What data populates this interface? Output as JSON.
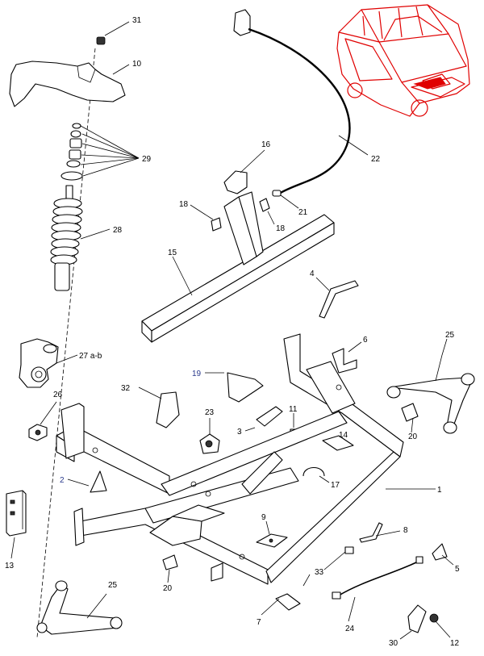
{
  "diagram": {
    "callouts": [
      {
        "id": "c31",
        "text": "31"
      },
      {
        "id": "c10",
        "text": "10"
      },
      {
        "id": "c29",
        "text": "29"
      },
      {
        "id": "c28",
        "text": "28"
      },
      {
        "id": "c27",
        "text": "27 a-b"
      },
      {
        "id": "c26",
        "text": "26"
      },
      {
        "id": "c22",
        "text": "22"
      },
      {
        "id": "c16",
        "text": "16"
      },
      {
        "id": "c18a",
        "text": "18"
      },
      {
        "id": "c18b",
        "text": "18"
      },
      {
        "id": "c21",
        "text": "21"
      },
      {
        "id": "c15",
        "text": "15"
      },
      {
        "id": "c4",
        "text": "4"
      },
      {
        "id": "c6",
        "text": "6"
      },
      {
        "id": "c25a",
        "text": "25"
      },
      {
        "id": "c19",
        "text": "19"
      },
      {
        "id": "c32",
        "text": "32"
      },
      {
        "id": "c23",
        "text": "23"
      },
      {
        "id": "c3",
        "text": "3"
      },
      {
        "id": "c11",
        "text": "11"
      },
      {
        "id": "c14",
        "text": "14"
      },
      {
        "id": "c20a",
        "text": "20"
      },
      {
        "id": "c2",
        "text": "2"
      },
      {
        "id": "c17",
        "text": "17"
      },
      {
        "id": "c1",
        "text": "1"
      },
      {
        "id": "c9",
        "text": "9"
      },
      {
        "id": "c8",
        "text": "8"
      },
      {
        "id": "c13",
        "text": "13"
      },
      {
        "id": "c20b",
        "text": "20"
      },
      {
        "id": "c33",
        "text": "33"
      },
      {
        "id": "c5",
        "text": "5"
      },
      {
        "id": "c25b",
        "text": "25"
      },
      {
        "id": "c7",
        "text": "7"
      },
      {
        "id": "c24",
        "text": "24"
      },
      {
        "id": "c30",
        "text": "30"
      },
      {
        "id": "c12",
        "text": "12"
      }
    ]
  },
  "colors": {
    "line": "#000000",
    "locator_car": "#e00000",
    "callout_2_19": "#2a3a8c"
  }
}
